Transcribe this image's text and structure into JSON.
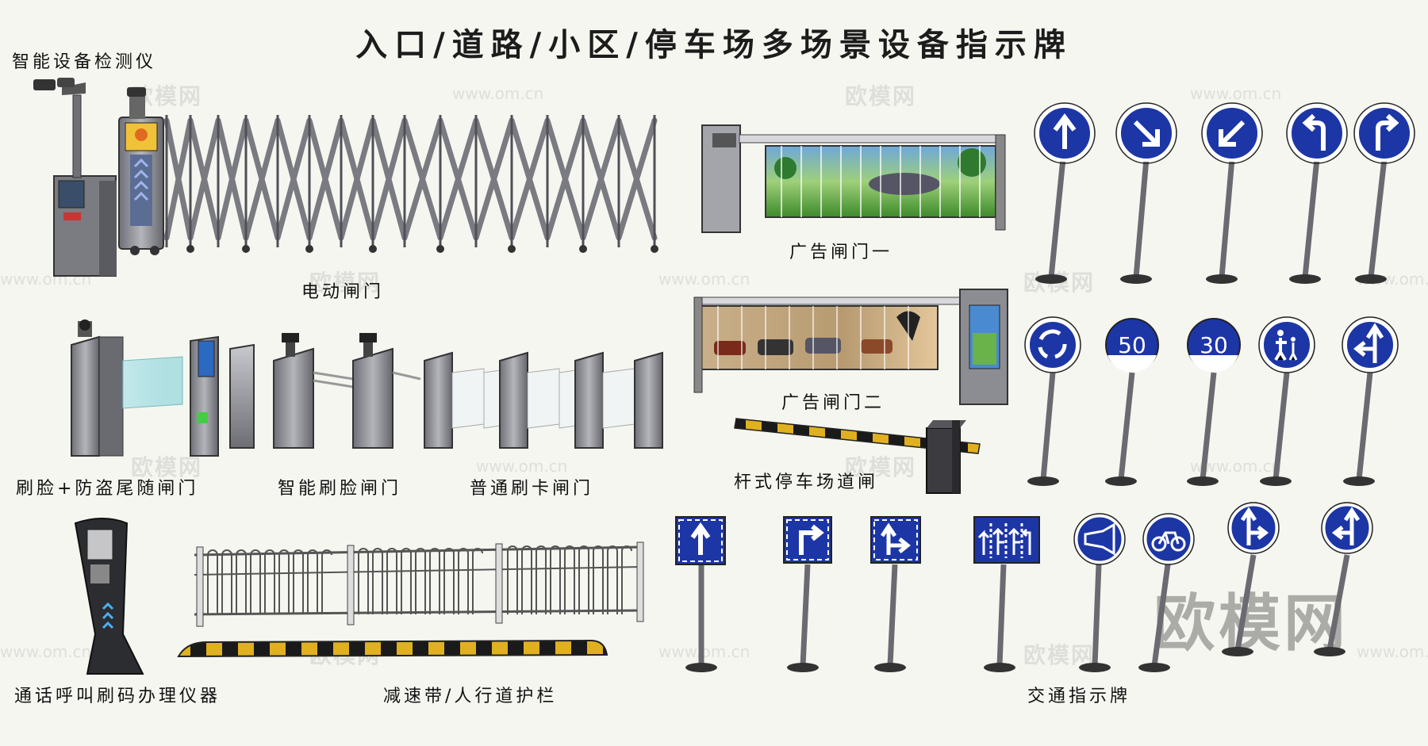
{
  "title": "入口/道路/小区/停车场多场景设备指示牌",
  "labels": {
    "detector": "智能设备检测仪",
    "electric_gate": "电动闸门",
    "ad_gate_1": "广告闸门一",
    "ad_gate_2": "广告闸门二",
    "pole_barrier": "杆式停车场道闸",
    "face_antitailgate": "刷脸+防盗尾随闸门",
    "face_gate": "智能刷脸闸门",
    "card_gate": "普通刷卡闸门",
    "intercom": "通话呼叫刷码办理仪器",
    "speedbump_fence": "减速带/人行道护栏",
    "traffic_signs": "交通指示牌"
  },
  "watermarks": {
    "brand": "欧模网",
    "url": "www.om.cn",
    "big": "欧模网"
  },
  "signs": {
    "limit_50": "50",
    "limit_30": "30"
  },
  "colors": {
    "sign_blue": "#1d36a6",
    "gate_gray": "#8c8c92",
    "hazard_yellow": "#e8c21a"
  }
}
